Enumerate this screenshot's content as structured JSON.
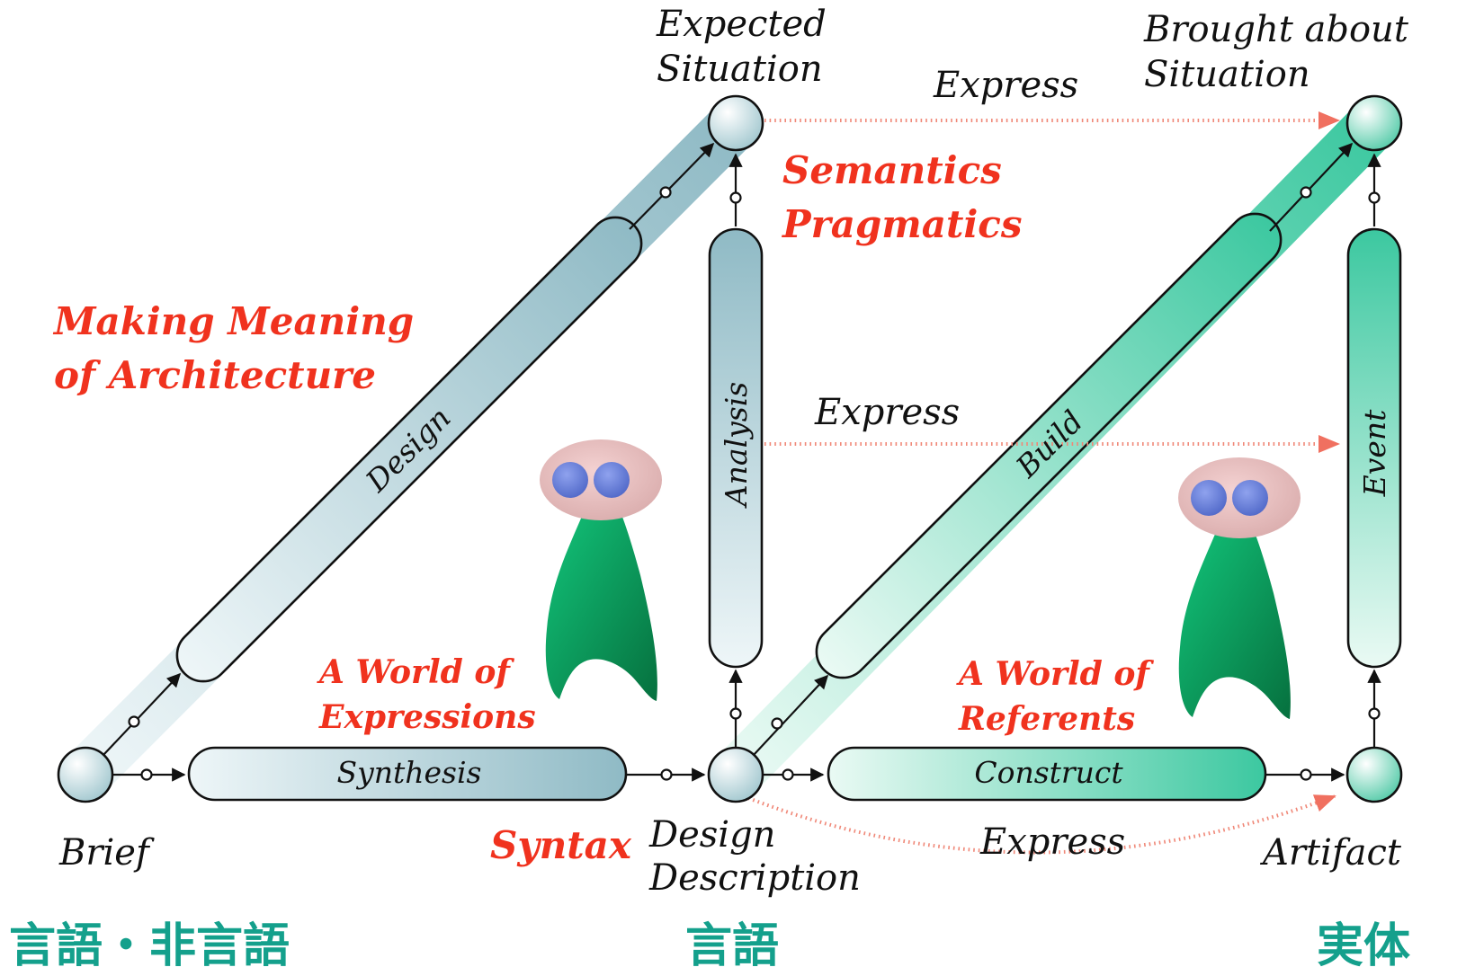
{
  "colors": {
    "annotation_red": "#f0321e",
    "cjk_teal": "#14a08c",
    "band_blue": "#7fb0bd",
    "band_green": "#3cc8a0",
    "figure_green": "#0aa864",
    "head_pink": "#e6bcbc",
    "eye_blue": "#6a82dc",
    "dotted_arrow": "#f08878"
  },
  "nodes": {
    "brief": "Brief",
    "design_description_1": "Design",
    "design_description_2": "Description",
    "expected_1": "Expected",
    "expected_2": "Situation",
    "brought_1": "Brought about",
    "brought_2": "Situation",
    "artifact": "Artifact"
  },
  "processes": {
    "design": "Design",
    "synthesis": "Synthesis",
    "analysis": "Analysis",
    "build": "Build",
    "construct": "Construct",
    "event": "Event"
  },
  "arrows": {
    "express_top": "Express",
    "express_middle": "Express",
    "express_bottom": "Express"
  },
  "annotations": {
    "making_1": "Making Meaning",
    "making_2": "of Architecture",
    "semantics": "Semantics",
    "pragmatics": "Pragmatics",
    "world_expr_1": "A World of",
    "world_expr_2": "Expressions",
    "world_ref_1": "A World of",
    "world_ref_2": "Referents",
    "syntax": "Syntax"
  },
  "footer": {
    "left": "言語・非言語",
    "middle": "言語",
    "right": "実体"
  },
  "icons": [
    "observer-figure-left",
    "observer-figure-right"
  ]
}
